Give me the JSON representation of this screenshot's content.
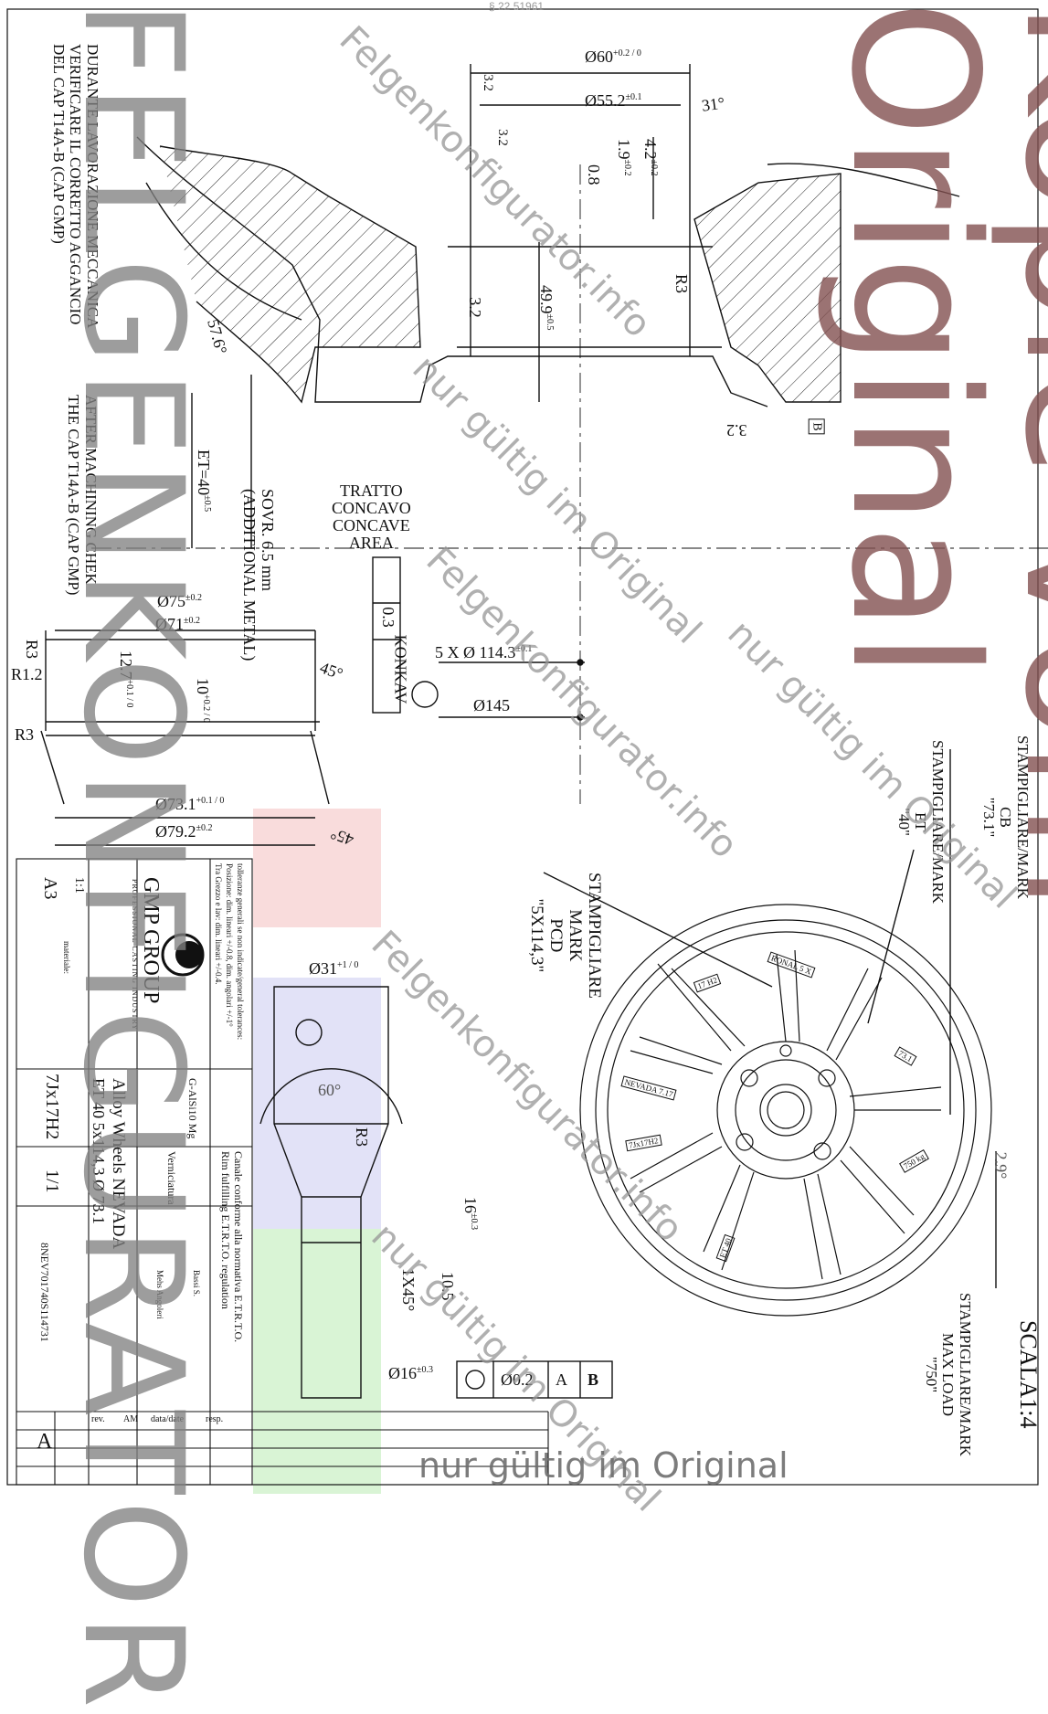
{
  "header": {
    "doc_ref": "§ 22   51961"
  },
  "notes": {
    "it": [
      "DURANTE LAVORAZIONE MECCANICA",
      "VERIFICARE IL CORRETTO AGGANCIO",
      "DEL CAP T14A-B (CAP GMP)"
    ],
    "en": [
      "AFTER MACHINING CHEK",
      "THE CAP T14A-B (CAP GMP)"
    ]
  },
  "dimensions": {
    "d60": "Ø60",
    "d60_tol": "+0.2 / 0",
    "d55": "Ø55.2",
    "d55_tol": "±0.1",
    "a31": "31°",
    "r32a": "3.2",
    "r32b": "3.2",
    "r32c": "3.2",
    "r32d": "3.2",
    "v42": "4.2",
    "v42_tol": "±0.2",
    "v19": "1.9",
    "v19_tol": "±0.2",
    "v08": "0.8",
    "v499": "49.9",
    "v499_tol": "±0.5",
    "r3": "R3",
    "a576": "57.6°",
    "et": "ET=40",
    "et_tol": "±0.5",
    "sovr": "SOVR. 6.5 mm",
    "sovr_en": "(ADDITIONAL METAL)",
    "tratto1": "TRATTO",
    "tratto2": "CONCAVO",
    "tratto3": "CONCAVE",
    "tratto4": "AREA",
    "flat_val": "0.3",
    "flat_label": "KONKAV",
    "d75": "Ø75",
    "d75_tol": "±0.2",
    "d71": "Ø71",
    "d71_tol": "±0.2",
    "r3b": "R3",
    "r12": "R1.2",
    "r3c": "R3",
    "v127": "12.7",
    "v127_tol": "+0.1 / 0",
    "v10": "10",
    "v10_tol": "+0.2 / 0",
    "a45a": "45°",
    "a45b": "45°",
    "d731": "Ø73.1",
    "d731_tol": "+0.1 / 0",
    "d792": "Ø79.2",
    "d792_tol": "±0.2",
    "pcd": "5 X Ø 114.3",
    "pcd_tol": "±0.1",
    "d145": "Ø145",
    "d31": "Ø31",
    "d31_tol": "+1 / 0",
    "a60": "60°",
    "r3d": "R3",
    "v16": "16",
    "v16_tol": "±0.3",
    "chamfer": "1X45°",
    "v105": "10.5",
    "d16": "Ø16",
    "d16_tol": "±0.3",
    "fcf_val": "Ø0.2",
    "fcf_a": "A",
    "fcf_b": "B",
    "a29": "2.9°",
    "datum_b": "B"
  },
  "stamps": {
    "cb_title": "STAMPIGLIARE/MARK",
    "cb_label": "CB",
    "cb_val": "\"73.1\"",
    "et_title": "STAMPIGLIARE/MARK",
    "et_label": "ET",
    "et_val": "\"40\"",
    "pcd_title1": "STAMPIGLIARE",
    "pcd_title2": "MARK",
    "pcd_label": "PCD",
    "pcd_val": "\"5X114,3\"",
    "load_title": "STAMPIGLIARE/MARK",
    "load_label": "MAX LOAD",
    "load_val": "\"750\"",
    "scale": "SCALA1:4"
  },
  "wheel_marks": [
    "RONAL 5 X",
    "17 H2",
    "NEVADA  7.17",
    "7Jx17H2",
    "ET 40",
    "750 kg",
    "73.1"
  ],
  "title_block": {
    "company": "GMP GROUP",
    "tagline": "PROFESSIONAL CASTING INDUSTRY",
    "tolerances_title": "tolleranze generali se non indicate/general tolerances:",
    "tol_line1": "Posizione: dim. lineari +/-0.8, dim. angolari +/-1°",
    "tol_line2": "Tra Grezzo e lav: dim. lineari +/-0.4.",
    "format": "A3",
    "scale": "1:1",
    "material_label": "materiale:",
    "material": "G-AlSi10 Mg",
    "finish": "Verniciatura",
    "description": "Alloy Wheels  NEVADA",
    "description2": "ET 40 5x114,3  Ø 73.1",
    "size": "7Jx17H2",
    "sheet": "1/1",
    "code": "8NEV701740S114731",
    "spec1": "Canale conforme alla normativa E.T.R.T.O.",
    "spec2": "Rim fulfilling E.T.R.T.O. regulation",
    "rev": "A",
    "rev_header1": "rev.",
    "rev_header2": "AM",
    "rev_header3": "data/date",
    "rev_header4": "resp.",
    "modified": "Mehs Angoleri",
    "approval": "Bassi S."
  },
  "watermarks": {
    "red": "Kopie vom Original",
    "grey": "FELGENKONFIGURATOR",
    "footer": "nur gültig im Original",
    "diag1": "Felgenkonfigurator.info",
    "diag2": "nur gültig im Original"
  },
  "colors": {
    "ink": "#111111",
    "red_wm": "#8b5555",
    "grey_wm": "#8c8c8c",
    "pink": "#f7d6d6",
    "lilac": "#dcdcf5",
    "green": "#d6f3d2"
  }
}
